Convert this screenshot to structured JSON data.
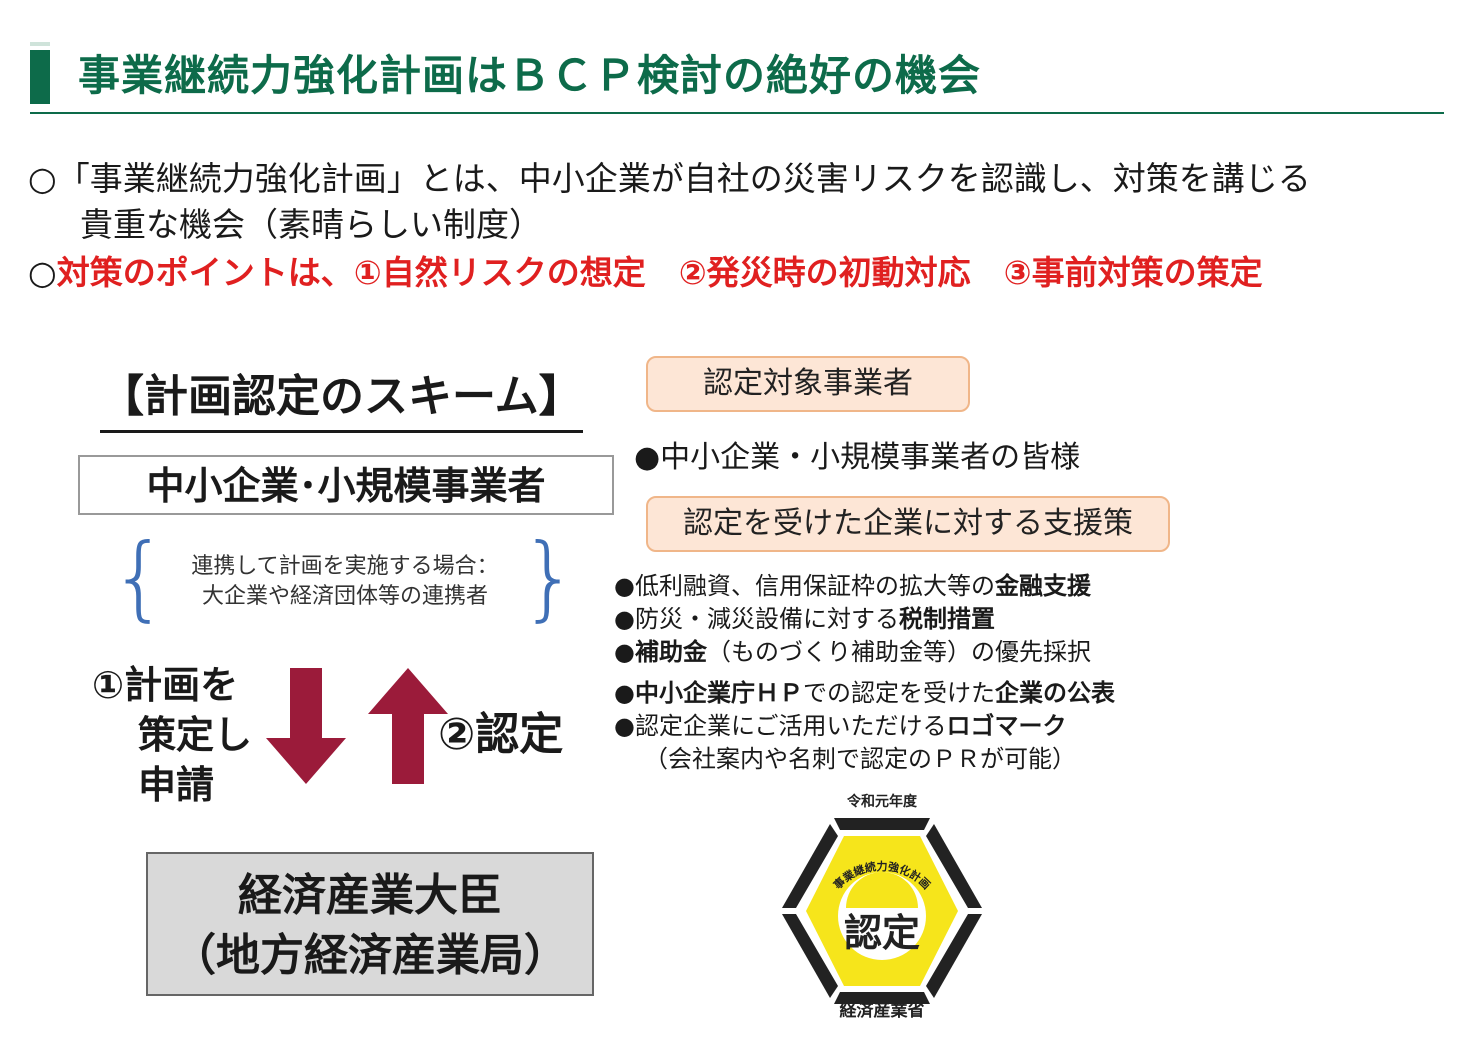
{
  "header": {
    "title": "事業継続力強化計画はＢＣＰ検討の絶好の機会"
  },
  "intro": {
    "line1": "○「事業継続力強化計画」とは、中小企業が自社の災害リスクを認識し、対策を講じる",
    "line2": "貴重な機会（素晴らしい制度）",
    "point_mark": "○",
    "point_text": "対策のポイントは、①自然リスクの想定　②発災時の初動対応　③事前対策の策定"
  },
  "scheme": {
    "title": "【計画認定のスキーム】",
    "sme": "中小企業･小規模事業者",
    "partner_line1": "連携して計画を実施する場合：",
    "partner_line2": "大企業や経済団体等の連携者",
    "step1_line1": "①計画を",
    "step1_line2": "策定し",
    "step1_line3": "申請",
    "step2": "②認定",
    "minister_line1": "経済産業大臣",
    "minister_line2": "（地方経済産業局）",
    "colors": {
      "arrow": "#9b1b3a",
      "brace": "#3f6fb6"
    }
  },
  "eligible": {
    "heading": "認定対象事業者",
    "item": "●中小企業・小規模事業者の皆様"
  },
  "support": {
    "heading": "認定を受けた企業に対する支援策",
    "item1_pre": "●低利融資、信用保証枠の拡大等の",
    "item1_bold": "金融支援",
    "item2_pre": "●防災・減災設備に対する",
    "item2_bold": "税制措置",
    "item3_pre": "●",
    "item3_bold": "補助金",
    "item3_post": "（ものづくり補助金等）の優先採択",
    "item4_pre": "●",
    "item4_bold1": "中小企業庁ＨＰ",
    "item4_mid": "での認定を受けた",
    "item4_bold2": "企業の公表",
    "item5_pre": "●認定企業にご活用いただける",
    "item5_bold": "ロゴマーク",
    "item5_note": "（会社案内や名刺で認定のＰＲが可能）"
  },
  "logo": {
    "top": "令和元年度",
    "arc": "事業継続力強化計画",
    "center": "認定",
    "bottom": "経済産業省",
    "colors": {
      "yellow": "#f6e51b",
      "dark": "#222222"
    }
  }
}
